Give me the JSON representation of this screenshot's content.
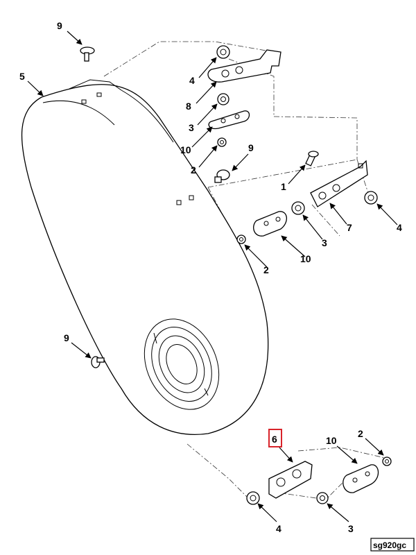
{
  "figure_id": "sg920gc",
  "highlight_color": "#d8232a",
  "highlighted_callout": "6",
  "callouts": {
    "c9a": "9",
    "c5": "5",
    "c4a": "4",
    "c8": "8",
    "c3a": "3",
    "c10a": "10",
    "c2a": "2",
    "c9b": "9",
    "c1": "1",
    "c7": "7",
    "c4b": "4",
    "c3b": "3",
    "c10b": "10",
    "c2b": "2",
    "c9c": "9",
    "c6": "6",
    "c10c": "10",
    "c2c": "2",
    "c4c": "4",
    "c3c": "3"
  }
}
